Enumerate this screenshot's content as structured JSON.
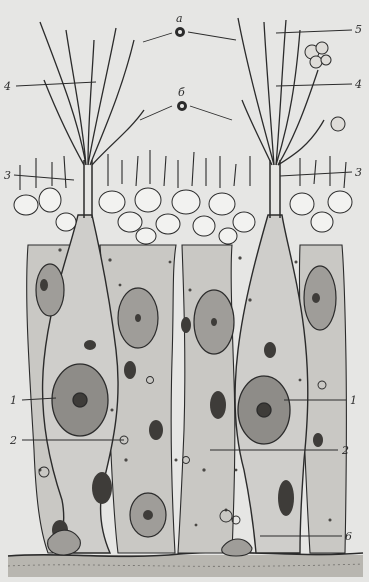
{
  "figure": {
    "labels": {
      "a": "а",
      "b": "б",
      "l1_left": "1",
      "l1_right": "1",
      "l2_left": "2",
      "l2_right": "2",
      "l3_left": "3",
      "l3_right": "3",
      "l4_left": "4",
      "l4_right": "4",
      "l5": "5",
      "l6": "6"
    },
    "colors": {
      "background": "#e6e6e4",
      "ink": "#2b2b2b",
      "cell_fill": "#c9c8c4",
      "nucleus_fill": "#6f6d69",
      "dark_inclusion": "#3e3c39",
      "vesicle_fill": "#f2f2f0",
      "basement": "#b8b6b0"
    }
  }
}
